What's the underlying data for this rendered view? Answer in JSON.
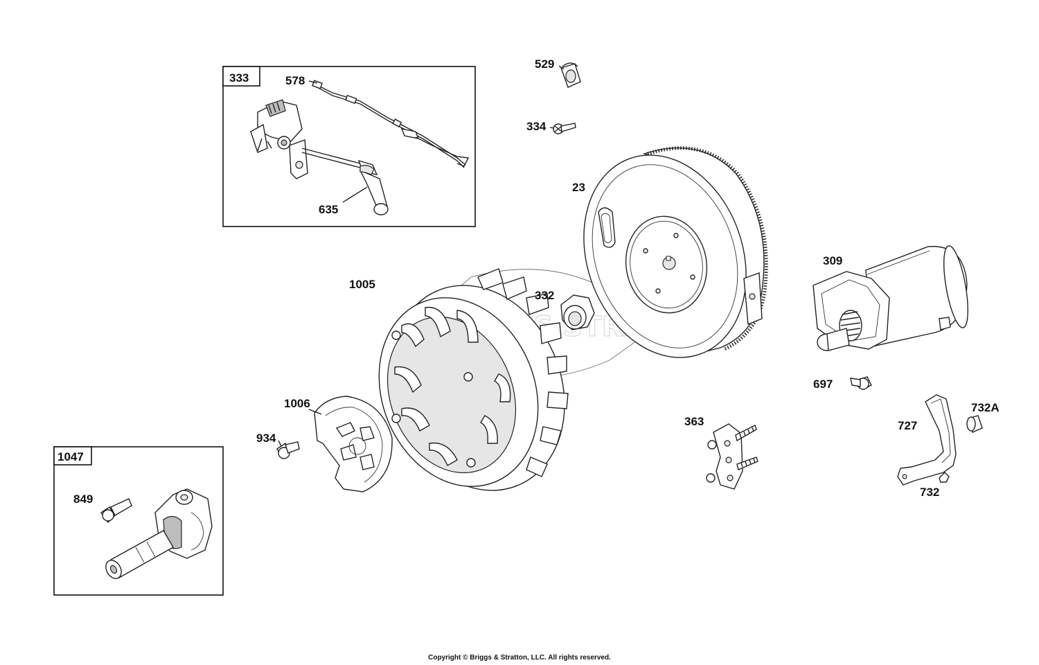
{
  "boxes": {
    "box_333": {
      "label": "333"
    },
    "box_1047": {
      "label": "1047"
    }
  },
  "labels": {
    "p578": "578",
    "p635": "635",
    "p529": "529",
    "p334": "334",
    "p23": "23",
    "p309": "309",
    "p1005": "1005",
    "p332": "332",
    "p697": "697",
    "p1006": "1006",
    "p934": "934",
    "p363": "363",
    "p727": "727",
    "p732A": "732A",
    "p732": "732",
    "p849": "849"
  },
  "watermark": "BRIGGS STRATTON",
  "copyright": "Copyright © Briggs & Stratton, LLC. All rights reserved.",
  "colors": {
    "line": "#222222",
    "watermark": "#c8c8c8"
  }
}
